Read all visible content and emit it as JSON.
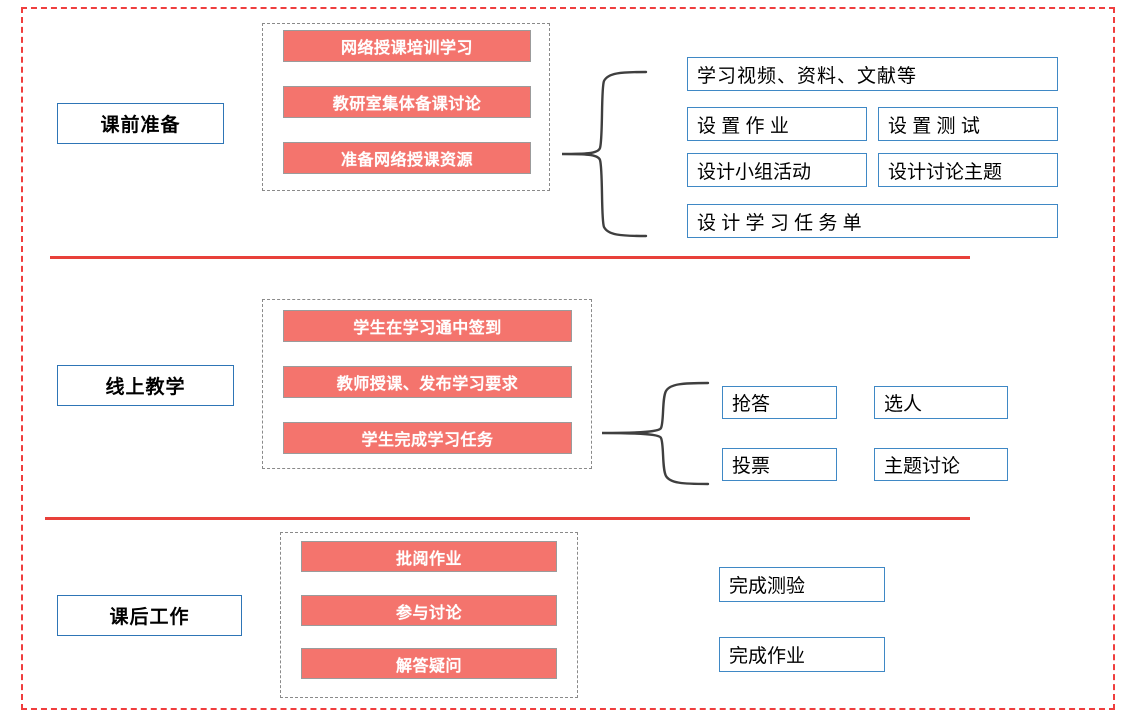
{
  "diagram": {
    "title_present": false,
    "colors": {
      "frame_dashed": "#ef3e3e",
      "separator": "#e8403a",
      "chip_fill": "#f4746d",
      "chip_border": "#9b9b9b",
      "box_border": "#3f88c5",
      "group_dashed": "#8a8a8a",
      "label_border": "#2e75b6"
    },
    "sections": [
      {
        "id": "pre-class",
        "label": "课前准备",
        "chips": [
          "网络授课培训学习",
          "教研室集体备课讨论",
          "准备网络授课资源"
        ],
        "brace": true,
        "details": [
          "学习视频、资料、文献等",
          "设 置 作 业",
          "设 置 测 试",
          "设计小组活动",
          "设计讨论主题",
          "设 计 学 习 任 务 单"
        ]
      },
      {
        "id": "online-teaching",
        "label": "线上教学",
        "chips": [
          "学生在学习通中签到",
          "教师授课、发布学习要求",
          "学生完成学习任务"
        ],
        "brace": true,
        "details": [
          "抢答",
          "选人",
          "投票",
          "主题讨论"
        ]
      },
      {
        "id": "after-class",
        "label": "课后工作",
        "chips": [
          "批阅作业",
          "参与讨论",
          "解答疑问"
        ],
        "brace": false,
        "details": [
          "完成测验",
          "完成作业"
        ]
      }
    ]
  }
}
